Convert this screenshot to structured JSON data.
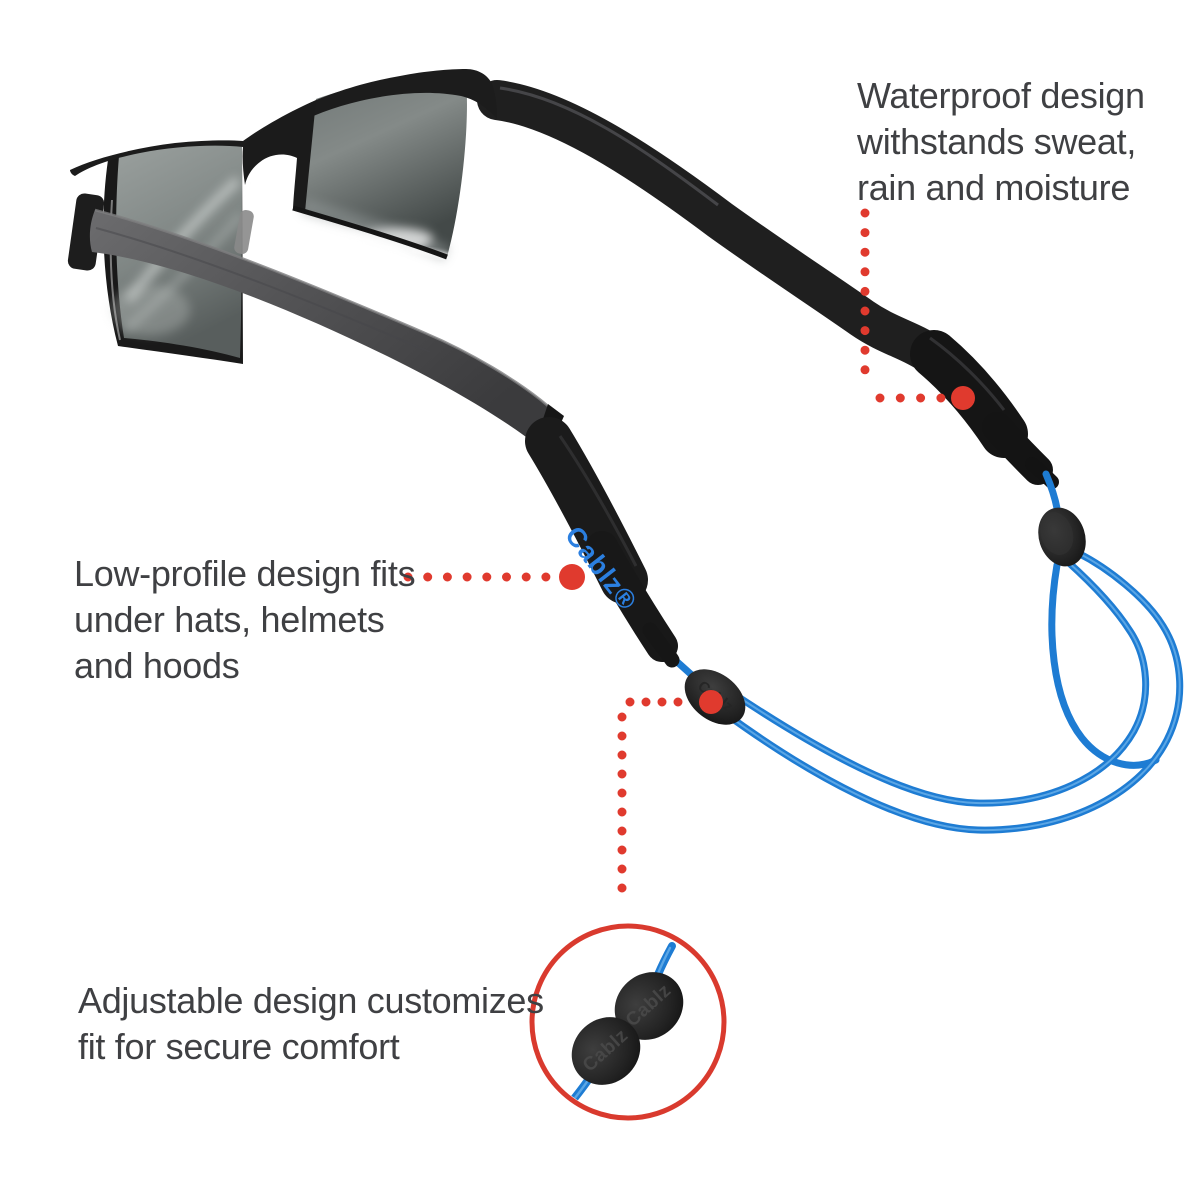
{
  "annotations": {
    "waterproof": {
      "text": "Waterproof design\nwithstands sweat,\nrain and moisture"
    },
    "low_profile": {
      "text": "Low-profile design fits\nunder hats, helmets\nand hoods"
    },
    "adjustable": {
      "text": "Adjustable design customizes\nfit for secure comfort"
    }
  },
  "brand": {
    "sleeve_logo": "Cablz®",
    "embossed_logo": "Cablz"
  },
  "colors": {
    "annotation_text": "#3f4043",
    "callout_red": "#e03a2e",
    "inset_ring_red": "#d93a2e",
    "cable_blue": "#1e7cd3",
    "cable_highlight": "#66aee8",
    "frame_black": "#1a1a1a",
    "background": "#ffffff"
  }
}
